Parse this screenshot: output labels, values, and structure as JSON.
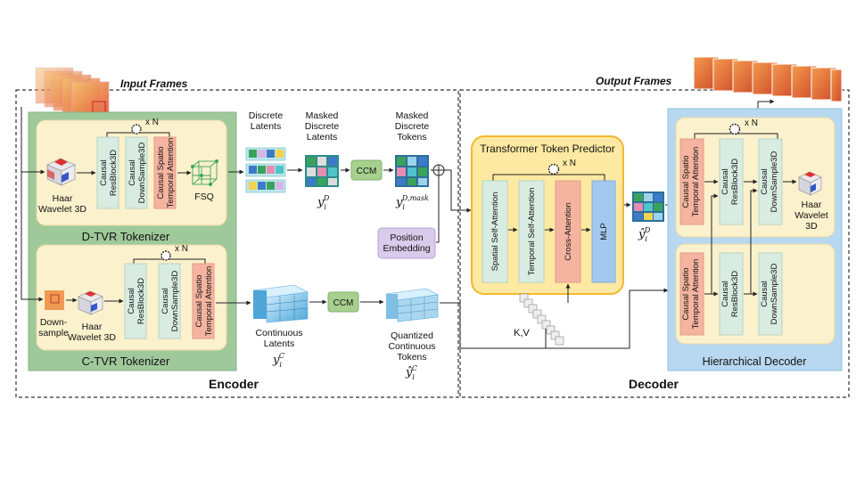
{
  "input_frames": "Input Frames",
  "output_frames": "Output Frames",
  "encoder": {
    "label": "Encoder",
    "dtvr": {
      "title": "D-TVR Tokenizer",
      "haar": [
        "Haar",
        "Wavelet 3D"
      ],
      "resblock": [
        "Causal",
        "ResBlock3D"
      ],
      "downsample": [
        "Causal",
        "DownSample3D"
      ],
      "attention": [
        "Causal Spatio",
        "Temporal Attention"
      ],
      "repeat": "x N",
      "fsq": "FSQ"
    },
    "ctvr": {
      "title": "C-TVR Tokenizer",
      "downsample_in": [
        "Down-",
        "sample"
      ],
      "haar": [
        "Haar",
        "Wavelet 3D"
      ],
      "resblock": [
        "Causal",
        "ResBlock3D"
      ],
      "downsample": [
        "Causal",
        "DownSample3D"
      ],
      "attention": [
        "Causal Spatio",
        "Temporal Attention"
      ],
      "repeat": "x N"
    },
    "discrete_latents": [
      "Discrete",
      "Latents"
    ],
    "masked_latents": [
      "Masked",
      "Discrete",
      "Latents"
    ],
    "masked_latents_sym": "y",
    "masked_latents_sup": "D",
    "masked_latents_sub": "i",
    "ccm_top": "CCM",
    "masked_tokens": [
      "Masked",
      "Discrete",
      "Tokens"
    ],
    "masked_tokens_sym": "y",
    "masked_tokens_sup": "D,mask",
    "masked_tokens_sub": "i",
    "position_embedding": [
      "Position",
      "Embedding"
    ],
    "continuous_latents": [
      "Continuous",
      "Latents"
    ],
    "continuous_sym": "y",
    "continuous_sup": "C",
    "continuous_sub": "i",
    "ccm_bottom": "CCM",
    "quantized": [
      "Quantized",
      "Continuous",
      "Tokens"
    ],
    "quantized_sym": "ŷ",
    "quantized_sup": "C",
    "quantized_sub": "i"
  },
  "predictor": {
    "title": "Transformer Token Predictor",
    "repeat": "x N",
    "spatial": "Spatial Self-Attention",
    "temporal": "Temporal Self-Attention",
    "cross": "Cross-Attention",
    "mlp": "MLP",
    "kv": "K,V",
    "pred_sym": "ŷ",
    "pred_sup": "D",
    "pred_sub": "i"
  },
  "decoder": {
    "label": "Decoder",
    "title": "Hierarchical Decoder",
    "repeat": "x N",
    "attention": [
      "Causal Spatio",
      "Temporal Attention"
    ],
    "resblock": [
      "Causal",
      "ResBlock3D"
    ],
    "downsample": [
      "Causal",
      "DownSample3D"
    ],
    "haar": [
      "Haar",
      "Wavelet",
      "3D"
    ]
  },
  "colors": {
    "encoder_bg": "#9fc99a",
    "tokenizer_bg": "#fbf1cc",
    "decoder_bg": "#b7d8f0",
    "predictor_bg": "#fde9a2",
    "predictor_border": "#f3b82f",
    "block_mint": "#d8ece2",
    "block_salmon": "#f4b4a0",
    "ccm_green": "#a7d08f",
    "mlp_blue": "#a4c9ee",
    "position_purple": "#d9ccea"
  }
}
